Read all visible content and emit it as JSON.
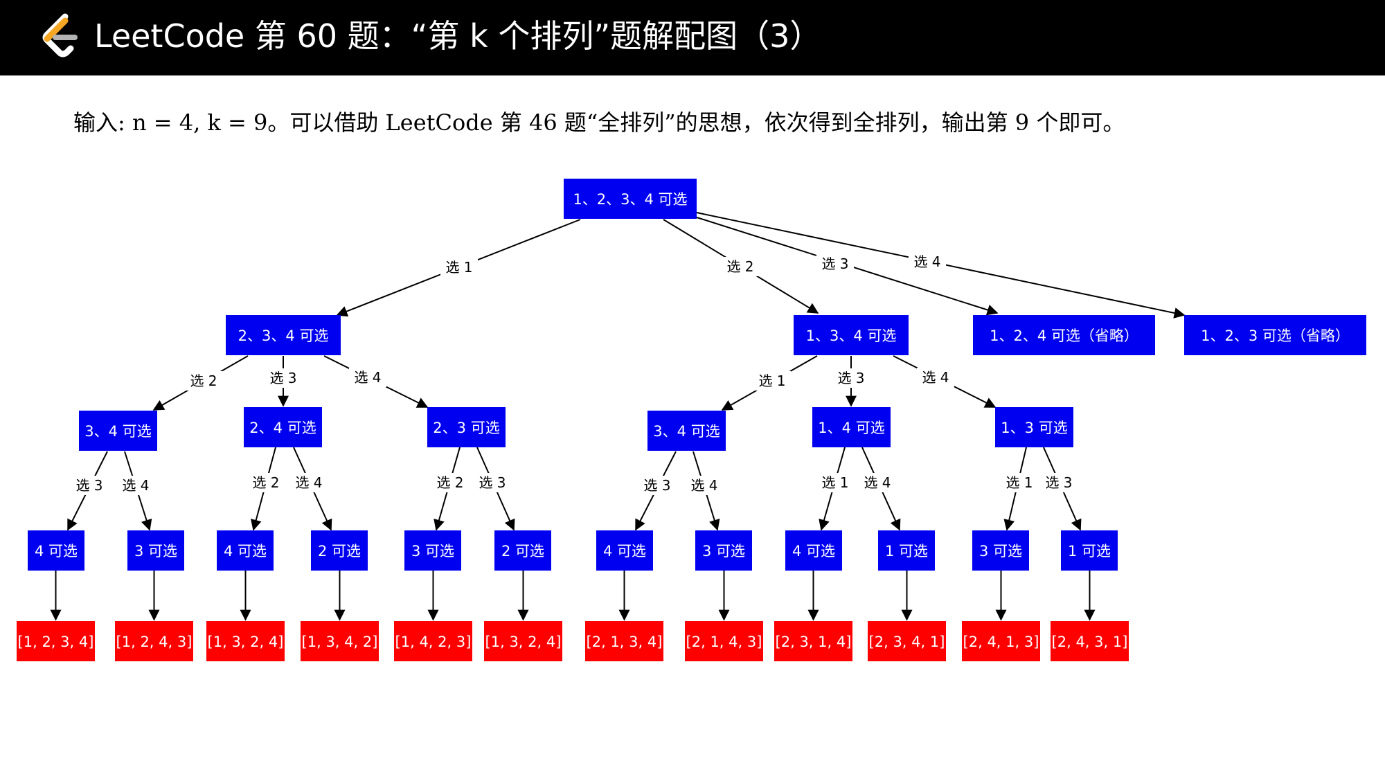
{
  "header": {
    "title": "LeetCode 第 60 题：“第 k 个排列”题解配图（3）",
    "background": "#000000",
    "logo_colors": {
      "chevron": "#ffffff",
      "accent": "#f5a623",
      "bar": "#b3b3b3"
    }
  },
  "subtitle": "输入: n = 4, k = 9。可以借助 LeetCode 第 46 题“全排列”的思想，依次得到全排列，输出第 9 个即可。",
  "colors": {
    "node": "#0000f0",
    "leaf": "#ff0000",
    "text": "#ffffff",
    "edge": "#000000"
  },
  "tree": {
    "nodes": [
      {
        "id": "root",
        "label": "1、2、3、4 可选",
        "type": "choice"
      },
      {
        "id": "a",
        "label": "2、3、4 可选",
        "type": "choice"
      },
      {
        "id": "b",
        "label": "1、3、4 可选",
        "type": "choice"
      },
      {
        "id": "c",
        "label": "1、2、4 可选（省略）",
        "type": "choice"
      },
      {
        "id": "d",
        "label": "1、2、3 可选（省略）",
        "type": "choice"
      },
      {
        "id": "a1",
        "label": "3、4 可选",
        "type": "choice"
      },
      {
        "id": "a2",
        "label": "2、4 可选",
        "type": "choice"
      },
      {
        "id": "a3",
        "label": "2、3 可选",
        "type": "choice"
      },
      {
        "id": "b1",
        "label": "3、4 可选",
        "type": "choice"
      },
      {
        "id": "b2",
        "label": "1、4 可选",
        "type": "choice"
      },
      {
        "id": "b3",
        "label": "1、3 可选",
        "type": "choice"
      },
      {
        "id": "l1",
        "label": "4 可选",
        "type": "choice"
      },
      {
        "id": "l2",
        "label": "3 可选",
        "type": "choice"
      },
      {
        "id": "l3",
        "label": "4 可选",
        "type": "choice"
      },
      {
        "id": "l4",
        "label": "2 可选",
        "type": "choice"
      },
      {
        "id": "l5",
        "label": "3 可选",
        "type": "choice"
      },
      {
        "id": "l6",
        "label": "2 可选",
        "type": "choice"
      },
      {
        "id": "l7",
        "label": "4 可选",
        "type": "choice"
      },
      {
        "id": "l8",
        "label": "3 可选",
        "type": "choice"
      },
      {
        "id": "l9",
        "label": "4 可选",
        "type": "choice"
      },
      {
        "id": "l10",
        "label": "1 可选",
        "type": "choice"
      },
      {
        "id": "l11",
        "label": "3 可选",
        "type": "choice"
      },
      {
        "id": "l12",
        "label": "1 可选",
        "type": "choice"
      },
      {
        "id": "r1",
        "label": "[1, 2, 3, 4]",
        "type": "result"
      },
      {
        "id": "r2",
        "label": "[1, 2, 4, 3]",
        "type": "result"
      },
      {
        "id": "r3",
        "label": "[1, 3, 2, 4]",
        "type": "result"
      },
      {
        "id": "r4",
        "label": "[1, 3, 4, 2]",
        "type": "result"
      },
      {
        "id": "r5",
        "label": "[1, 4, 2, 3]",
        "type": "result"
      },
      {
        "id": "r6",
        "label": "[1, 3, 2, 4]",
        "type": "result"
      },
      {
        "id": "r7",
        "label": "[2, 1, 3, 4]",
        "type": "result"
      },
      {
        "id": "r8",
        "label": "[2, 1, 4, 3]",
        "type": "result"
      },
      {
        "id": "r9",
        "label": "[2, 3, 1, 4]",
        "type": "result"
      },
      {
        "id": "r10",
        "label": "[2, 3, 4, 1]",
        "type": "result"
      },
      {
        "id": "r11",
        "label": "[2, 4, 1, 3]",
        "type": "result"
      },
      {
        "id": "r12",
        "label": "[2, 4, 3, 1]",
        "type": "result"
      }
    ],
    "edges": [
      {
        "from": "root",
        "to": "a",
        "label": "选 1"
      },
      {
        "from": "root",
        "to": "b",
        "label": "选 2"
      },
      {
        "from": "root",
        "to": "c",
        "label": "选 3"
      },
      {
        "from": "root",
        "to": "d",
        "label": "选 4"
      },
      {
        "from": "a",
        "to": "a1",
        "label": "选 2"
      },
      {
        "from": "a",
        "to": "a2",
        "label": "选 3"
      },
      {
        "from": "a",
        "to": "a3",
        "label": "选 4"
      },
      {
        "from": "b",
        "to": "b1",
        "label": "选 1"
      },
      {
        "from": "b",
        "to": "b2",
        "label": "选 3"
      },
      {
        "from": "b",
        "to": "b3",
        "label": "选 4"
      },
      {
        "from": "a1",
        "to": "l1",
        "label": "选 3"
      },
      {
        "from": "a1",
        "to": "l2",
        "label": "选 4"
      },
      {
        "from": "a2",
        "to": "l3",
        "label": "选 2"
      },
      {
        "from": "a2",
        "to": "l4",
        "label": "选 4"
      },
      {
        "from": "a3",
        "to": "l5",
        "label": "选 2"
      },
      {
        "from": "a3",
        "to": "l6",
        "label": "选 3"
      },
      {
        "from": "b1",
        "to": "l7",
        "label": "选 3"
      },
      {
        "from": "b1",
        "to": "l8",
        "label": "选 4"
      },
      {
        "from": "b2",
        "to": "l9",
        "label": "选 1"
      },
      {
        "from": "b2",
        "to": "l10",
        "label": "选 4"
      },
      {
        "from": "b3",
        "to": "l11",
        "label": "选 1"
      },
      {
        "from": "b3",
        "to": "l12",
        "label": "选 3"
      },
      {
        "from": "l1",
        "to": "r1",
        "label": ""
      },
      {
        "from": "l2",
        "to": "r2",
        "label": ""
      },
      {
        "from": "l3",
        "to": "r3",
        "label": ""
      },
      {
        "from": "l4",
        "to": "r4",
        "label": ""
      },
      {
        "from": "l5",
        "to": "r5",
        "label": ""
      },
      {
        "from": "l6",
        "to": "r6",
        "label": ""
      },
      {
        "from": "l7",
        "to": "r7",
        "label": ""
      },
      {
        "from": "l8",
        "to": "r8",
        "label": ""
      },
      {
        "from": "l9",
        "to": "r9",
        "label": ""
      },
      {
        "from": "l10",
        "to": "r10",
        "label": ""
      },
      {
        "from": "l11",
        "to": "r11",
        "label": ""
      },
      {
        "from": "l12",
        "to": "r12",
        "label": ""
      }
    ]
  }
}
